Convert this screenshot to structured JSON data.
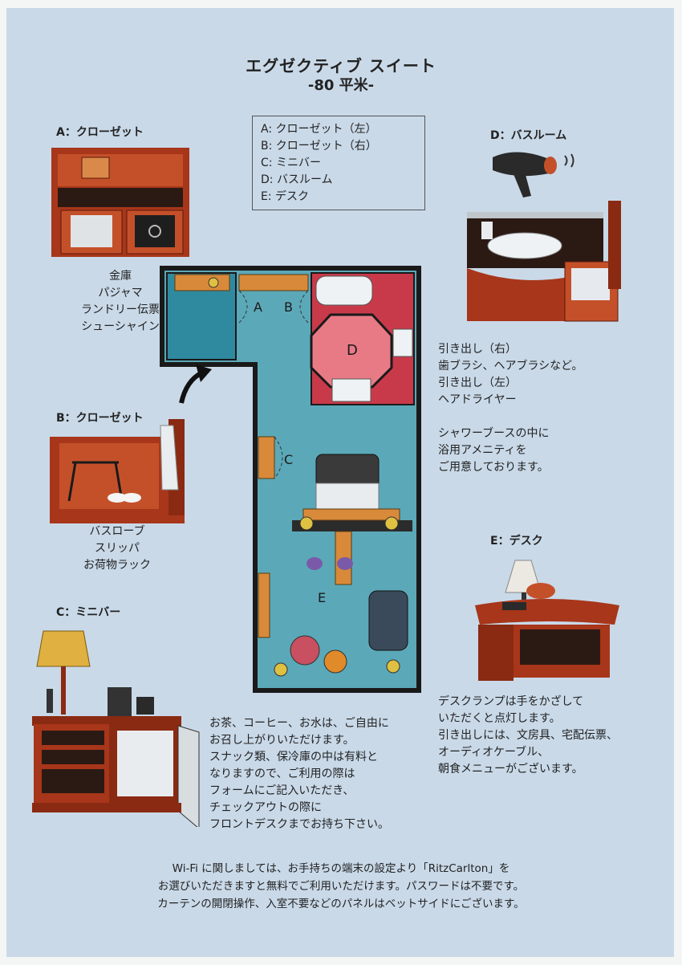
{
  "title": "エグゼクティブ スイート",
  "subtitle": "-80 平米-",
  "legend": [
    "A: クローゼット（左）",
    "B: クローゼット（右）",
    "C: ミニバー",
    "D: バスルーム",
    "E: デスク"
  ],
  "sections": {
    "a": {
      "label": "A：クローゼット",
      "items": [
        "金庫",
        "パジャマ",
        "ランドリー伝票",
        "シューシャイン"
      ]
    },
    "b": {
      "label": "B：クローゼット",
      "items": [
        "バスローブ",
        "スリッパ",
        "お荷物ラック"
      ]
    },
    "c": {
      "label": "C：ミニバー",
      "lines": [
        "お茶、コーヒー、お水は、ご自由に",
        "お召し上がりいただけます。",
        "スナック類、保冷庫の中は有料と",
        "なりますので、ご利用の際は",
        "フォームにご記入いただき、",
        "チェックアウトの際に",
        "フロントデスクまでお持ち下さい。"
      ]
    },
    "d": {
      "label": "D：バスルーム",
      "lines": [
        "引き出し（右）",
        "歯ブラシ、ヘアブラシなど。",
        "引き出し（左）",
        "ヘアドライヤー",
        "",
        "シャワーブースの中に",
        "浴用アメニティを",
        "ご用意しております。"
      ]
    },
    "e": {
      "label": "E：デスク",
      "lines": [
        "デスクランプは手をかざして",
        "いただくと点灯します。",
        "引き出しには、文房具、宅配伝票、",
        "オーディオケーブル、",
        "朝食メニューがございます。"
      ]
    }
  },
  "floorplan": {
    "labels": [
      "A",
      "B",
      "C",
      "D",
      "E"
    ]
  },
  "footer": [
    "Wi-Fi に関しましては、お手持ちの端末の設定より「RitzCarlton」を",
    "お選びいただきますと無料でご利用いただけます。パスワードは不要です。",
    "カーテンの開閉操作、入室不要などのパネルはベットサイドにございます。"
  ]
}
